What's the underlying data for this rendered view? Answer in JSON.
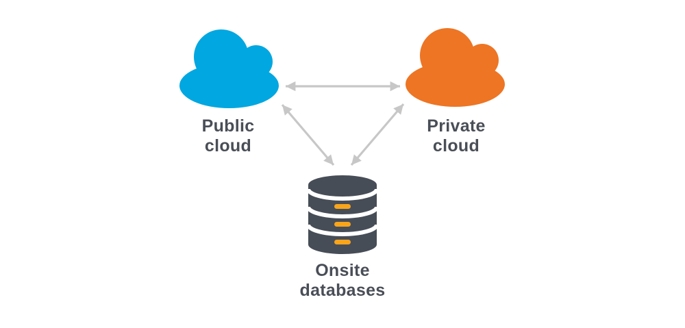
{
  "page": {
    "background": "#ffffff"
  },
  "colors": {
    "public-cloud": "#00A7E0",
    "private-cloud": "#ED7524",
    "database-body": "#474D57",
    "database-accent": "#F9A51B",
    "arrow": "#C7C7C7",
    "label-text": "#494E57"
  },
  "diagram": {
    "type": "network-topology",
    "nodes": [
      {
        "id": "public-cloud",
        "label": "Public cloud",
        "label_lines": [
          "Public",
          "cloud"
        ],
        "icon": "cloud-icon",
        "color": "#00A7E0"
      },
      {
        "id": "private-cloud",
        "label": "Private cloud",
        "label_lines": [
          "Private",
          "cloud"
        ],
        "icon": "cloud-icon",
        "color": "#ED7524"
      },
      {
        "id": "onsite-databases",
        "label": "Onsite databases",
        "label_lines": [
          "Onsite",
          "databases"
        ],
        "icon": "database-icon",
        "color": "#474D57"
      }
    ],
    "connections": [
      {
        "from": "public-cloud",
        "to": "private-cloud",
        "style": "bidirectional-arrow"
      },
      {
        "from": "public-cloud",
        "to": "onsite-databases",
        "style": "bidirectional-arrow"
      },
      {
        "from": "private-cloud",
        "to": "onsite-databases",
        "style": "bidirectional-arrow"
      }
    ]
  }
}
